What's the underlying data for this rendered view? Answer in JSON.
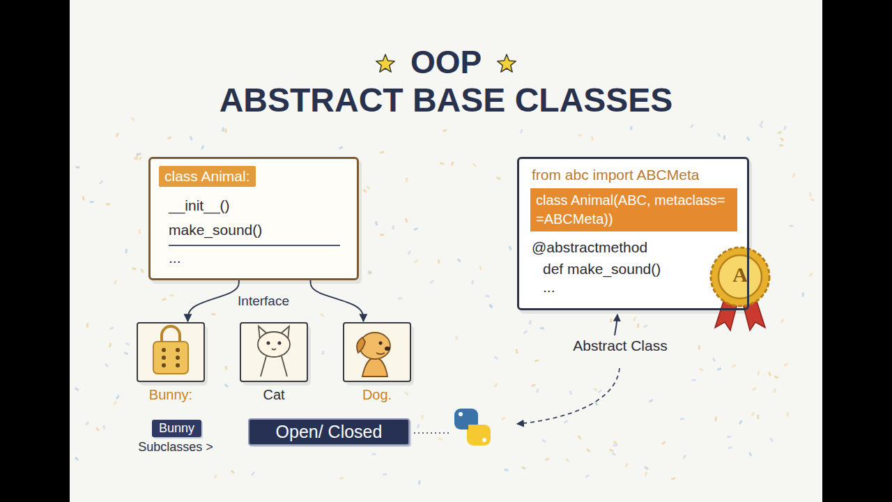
{
  "diagram": {
    "title": "OOP",
    "nodes": [
      {
        "text": [
          "class Animal:",
          "__init__()",
          "make_sound()",
          "..."
        ]
      },
      {
        "text": [
          "Bunny:"
        ]
      },
      {
        "text": [
          "Cat"
        ]
      },
      {
        "text": [
          "Dog."
        ]
      },
      {
        "text": [
          "from abc import ABCMeta",
          "class Animal(ABC, metaclass= =ABCMeta))",
          "@abstractmethod",
          "def make_sound()",
          "..."
        ]
      },
      {
        "text": [
          "Bunny"
        ]
      },
      {
        "text": [
          "Open/ Closed"
        ]
      }
    ],
    "edges": [
      {
        "from": 0,
        "to": 1,
        "arrow": "to"
      },
      {
        "from": 0,
        "to": 3,
        "arrow": "to"
      }
    ],
    "labels": [
      "ABSTRACT BASE CLASSES",
      "Interface",
      "Abstract Class",
      "A",
      "Subclasses >"
    ]
  }
}
